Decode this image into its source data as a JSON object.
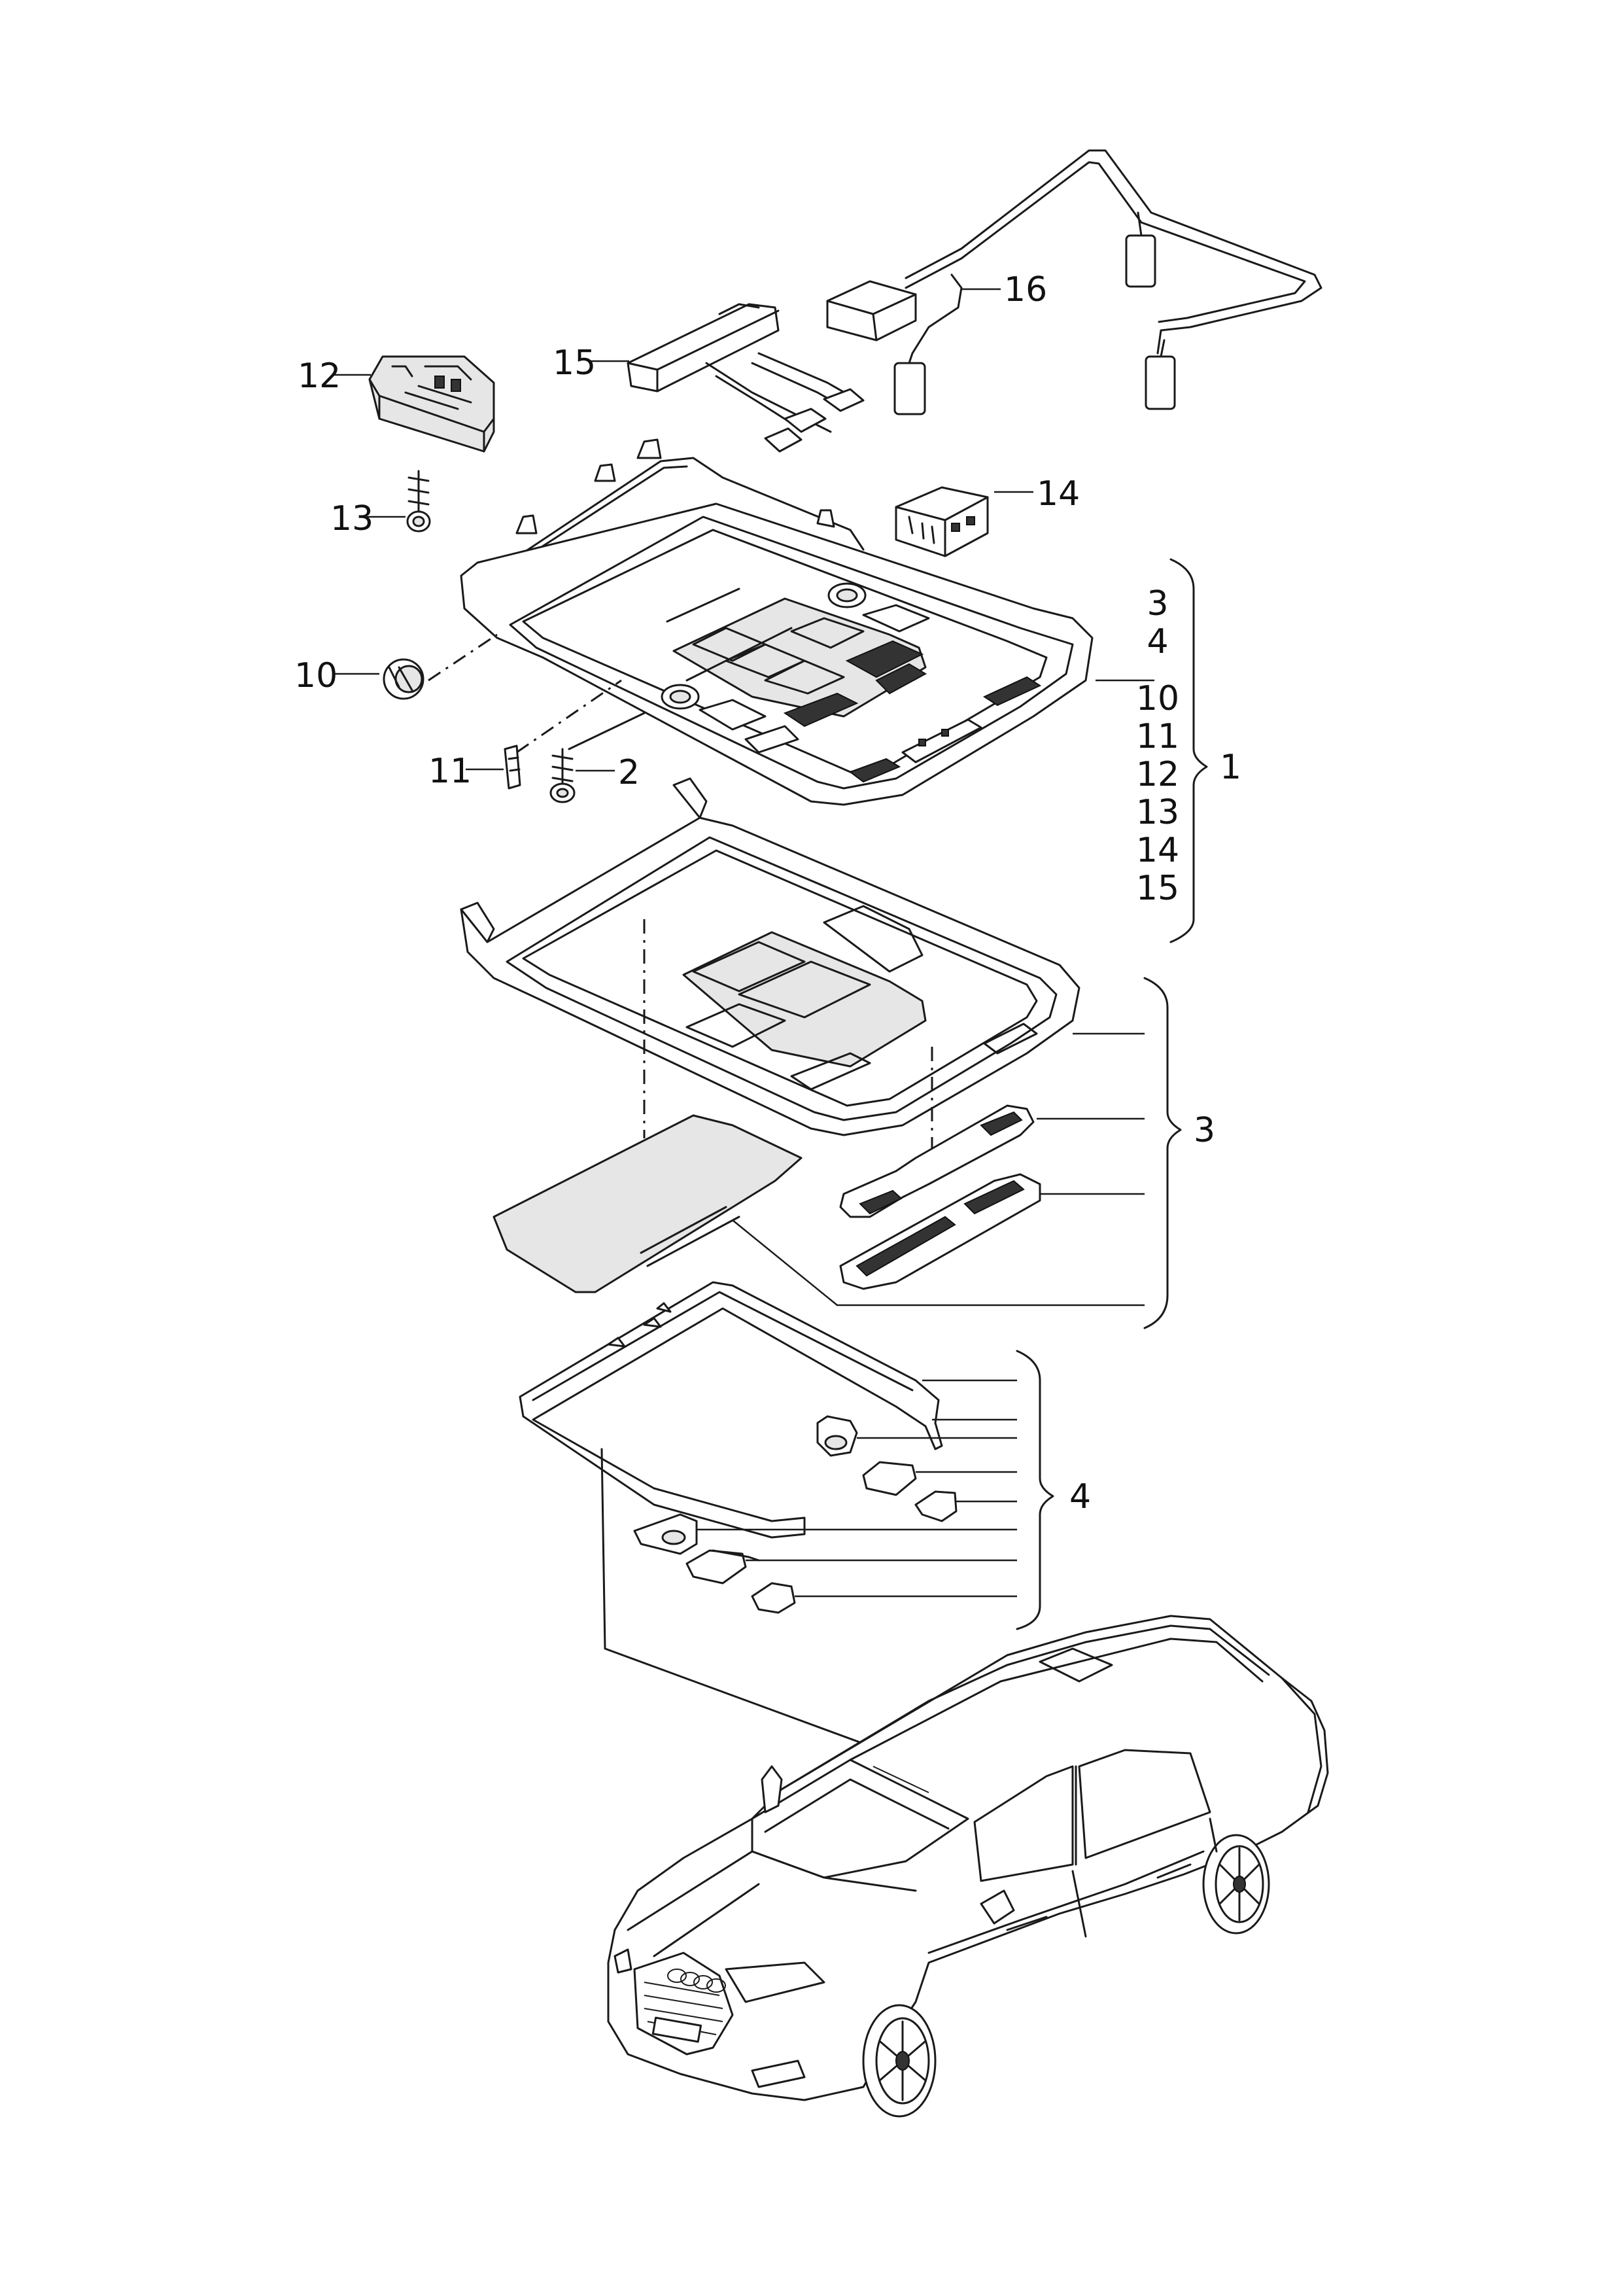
{
  "callouts": {
    "c1": "1",
    "c2": "2",
    "c3": "3",
    "c4": "4",
    "c10": "10",
    "c11": "11",
    "c12": "12",
    "c13": "13",
    "c14": "14",
    "c15": "15",
    "c16": "16"
  },
  "group1_list": [
    "3",
    "4",
    "10",
    "11",
    "12",
    "13",
    "14",
    "15"
  ]
}
